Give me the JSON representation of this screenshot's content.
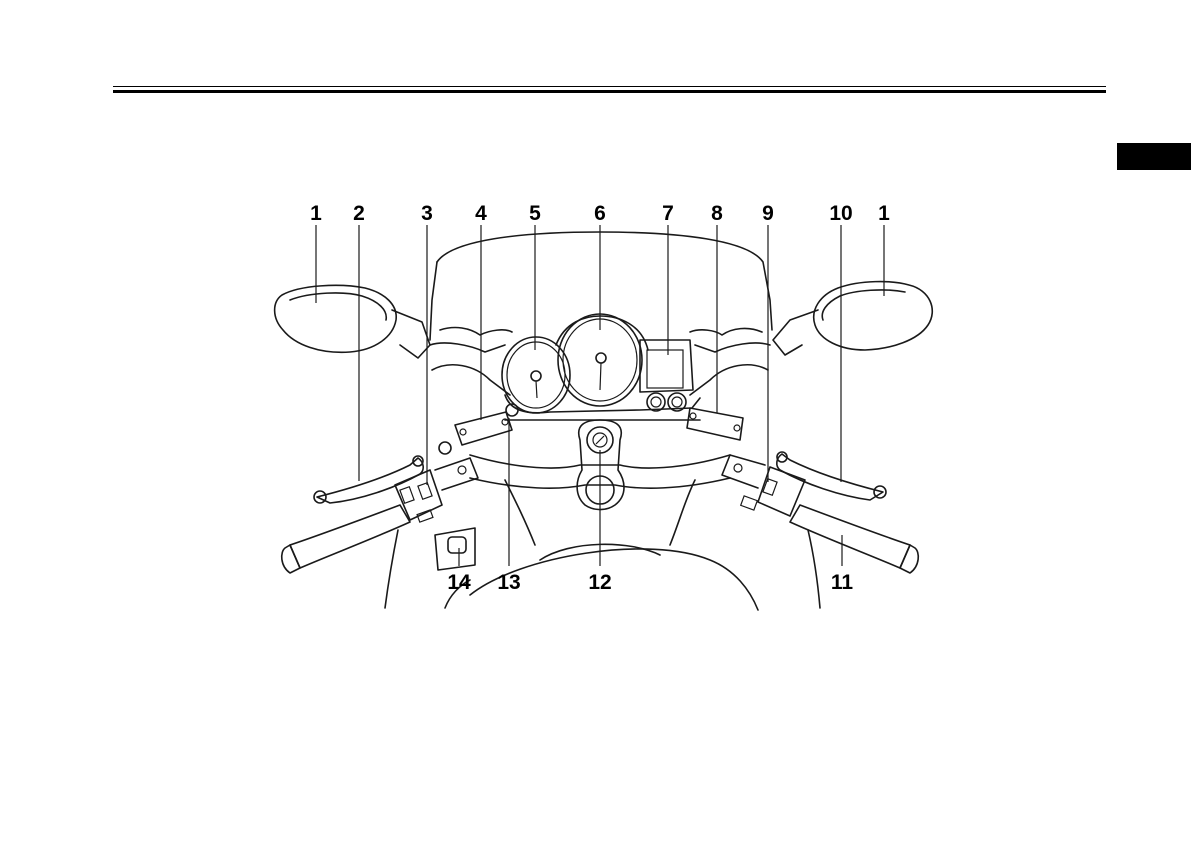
{
  "callouts": [
    {
      "id": "c1a",
      "label": "1"
    },
    {
      "id": "c2",
      "label": "2"
    },
    {
      "id": "c3",
      "label": "3"
    },
    {
      "id": "c4",
      "label": "4"
    },
    {
      "id": "c5",
      "label": "5"
    },
    {
      "id": "c6",
      "label": "6"
    },
    {
      "id": "c7",
      "label": "7"
    },
    {
      "id": "c8",
      "label": "8"
    },
    {
      "id": "c9",
      "label": "9"
    },
    {
      "id": "c10",
      "label": "10"
    },
    {
      "id": "c1b",
      "label": "1"
    },
    {
      "id": "c14",
      "label": "14"
    },
    {
      "id": "c13",
      "label": "13"
    },
    {
      "id": "c12",
      "label": "12"
    },
    {
      "id": "c11",
      "label": "11"
    }
  ]
}
